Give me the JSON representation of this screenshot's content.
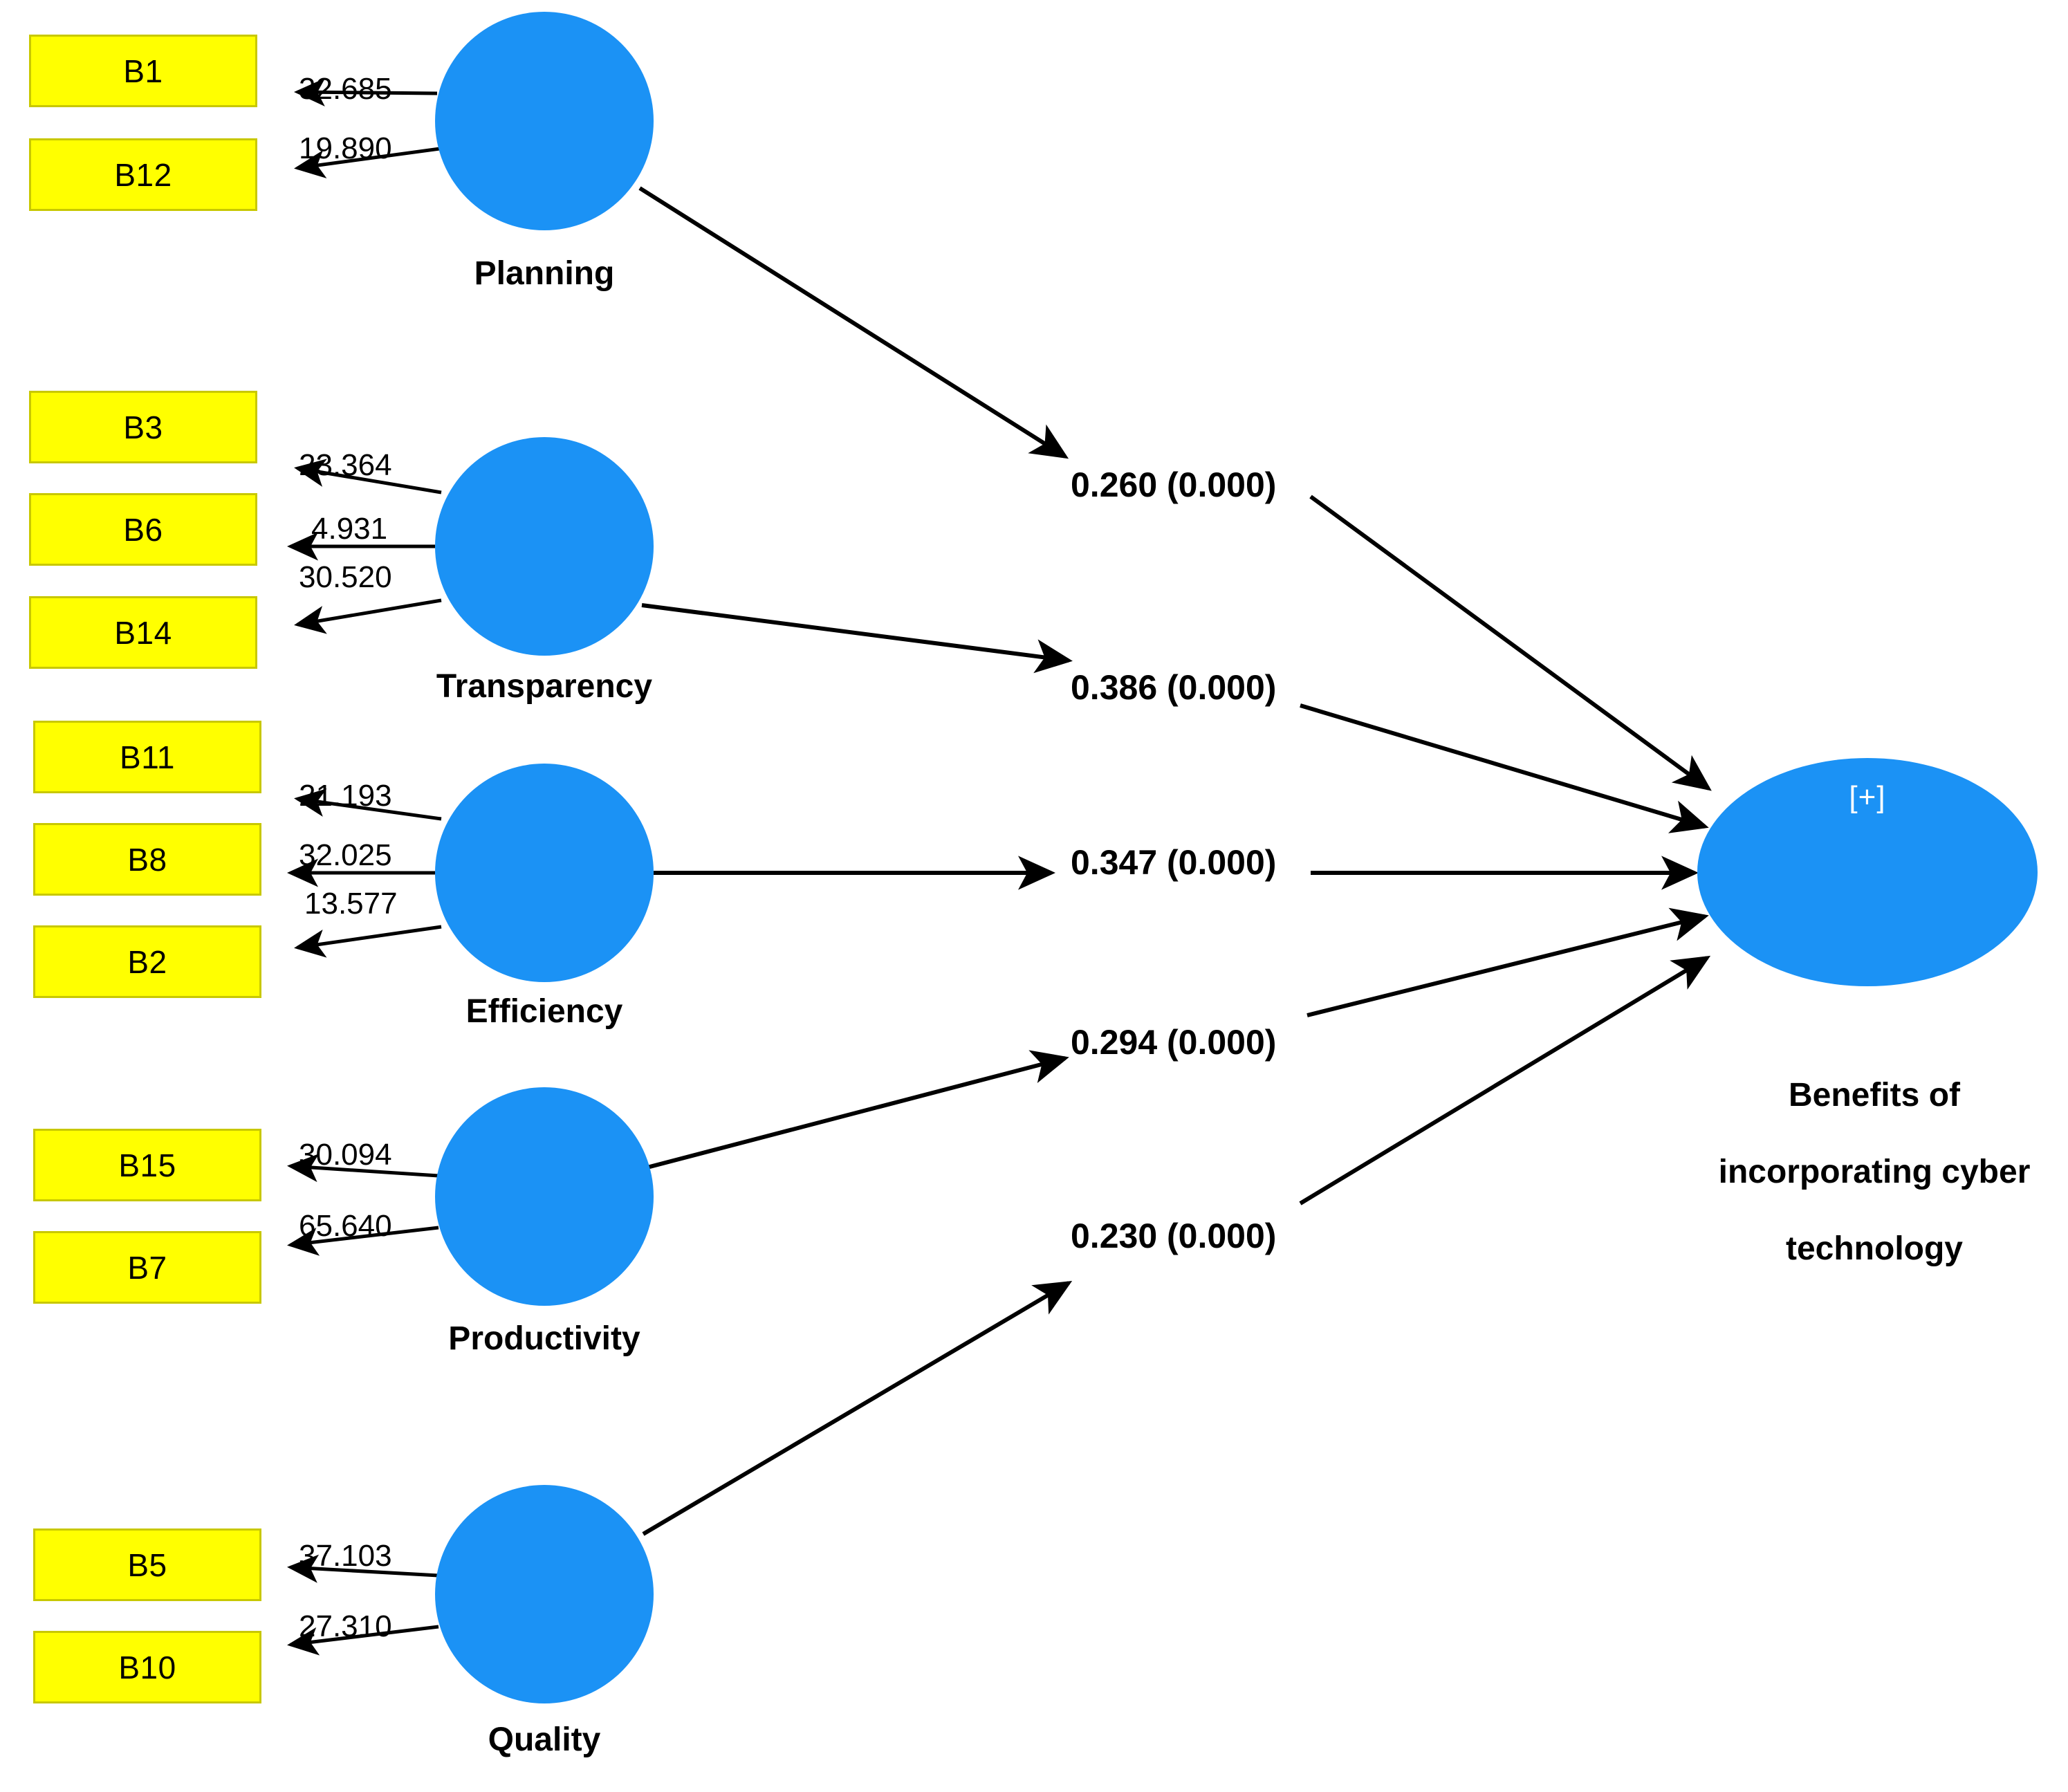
{
  "diagram": {
    "type": "sem-path-diagram",
    "background": "#ffffff",
    "colors": {
      "indicator_fill": "#ffff00",
      "indicator_border": "#c8c800",
      "construct_fill": "#1b92f5",
      "arrow": "#000000",
      "text": "#000000"
    }
  },
  "constructs": [
    {
      "id": "planning",
      "label": "Planning"
    },
    {
      "id": "transparency",
      "label": "Transparency"
    },
    {
      "id": "efficiency",
      "label": "Efficiency"
    },
    {
      "id": "productivity",
      "label": "Productivity"
    },
    {
      "id": "quality",
      "label": "Quality"
    }
  ],
  "endogenous": {
    "id": "benefits",
    "label_line1": "Benefits of",
    "label_line2": "incorporating cyber",
    "label_line3": "technology",
    "label_full": "Benefits of incorporating cyber technology",
    "marker": "[+]"
  },
  "indicators": [
    {
      "id": "b1",
      "label": "B1",
      "construct": "planning",
      "loading": "32.685"
    },
    {
      "id": "b12",
      "label": "B12",
      "construct": "planning",
      "loading": "19.890"
    },
    {
      "id": "b3",
      "label": "B3",
      "construct": "transparency",
      "loading": "23.364"
    },
    {
      "id": "b6",
      "label": "B6",
      "construct": "transparency",
      "loading": "4.931"
    },
    {
      "id": "b14",
      "label": "B14",
      "construct": "transparency",
      "loading": "30.520"
    },
    {
      "id": "b11",
      "label": "B11",
      "construct": "efficiency",
      "loading": "21.193"
    },
    {
      "id": "b8",
      "label": "B8",
      "construct": "efficiency",
      "loading": "32.025"
    },
    {
      "id": "b2",
      "label": "B2",
      "construct": "efficiency",
      "loading": "13.577"
    },
    {
      "id": "b15",
      "label": "B15",
      "construct": "productivity",
      "loading": "30.094"
    },
    {
      "id": "b7",
      "label": "B7",
      "construct": "productivity",
      "loading": "65.640"
    },
    {
      "id": "b5",
      "label": "B5",
      "construct": "quality",
      "loading": "37.103"
    },
    {
      "id": "b10",
      "label": "B10",
      "construct": "quality",
      "loading": "27.310"
    }
  ],
  "paths": [
    {
      "id": "p1",
      "from": "planning",
      "to": "benefits",
      "coefficient": "0.260",
      "p_value": "0.000",
      "label": "0.260 (0.000)"
    },
    {
      "id": "p2",
      "from": "transparency",
      "to": "benefits",
      "coefficient": "0.386",
      "p_value": "0.000",
      "label": "0.386 (0.000)"
    },
    {
      "id": "p3",
      "from": "efficiency",
      "to": "benefits",
      "coefficient": "0.347",
      "p_value": "0.000",
      "label": "0.347 (0.000)"
    },
    {
      "id": "p4",
      "from": "productivity",
      "to": "benefits",
      "coefficient": "0.294",
      "p_value": "0.000",
      "label": "0.294 (0.000)"
    },
    {
      "id": "p5",
      "from": "quality",
      "to": "benefits",
      "coefficient": "0.230",
      "p_value": "0.000",
      "label": "0.230 (0.000)"
    }
  ]
}
